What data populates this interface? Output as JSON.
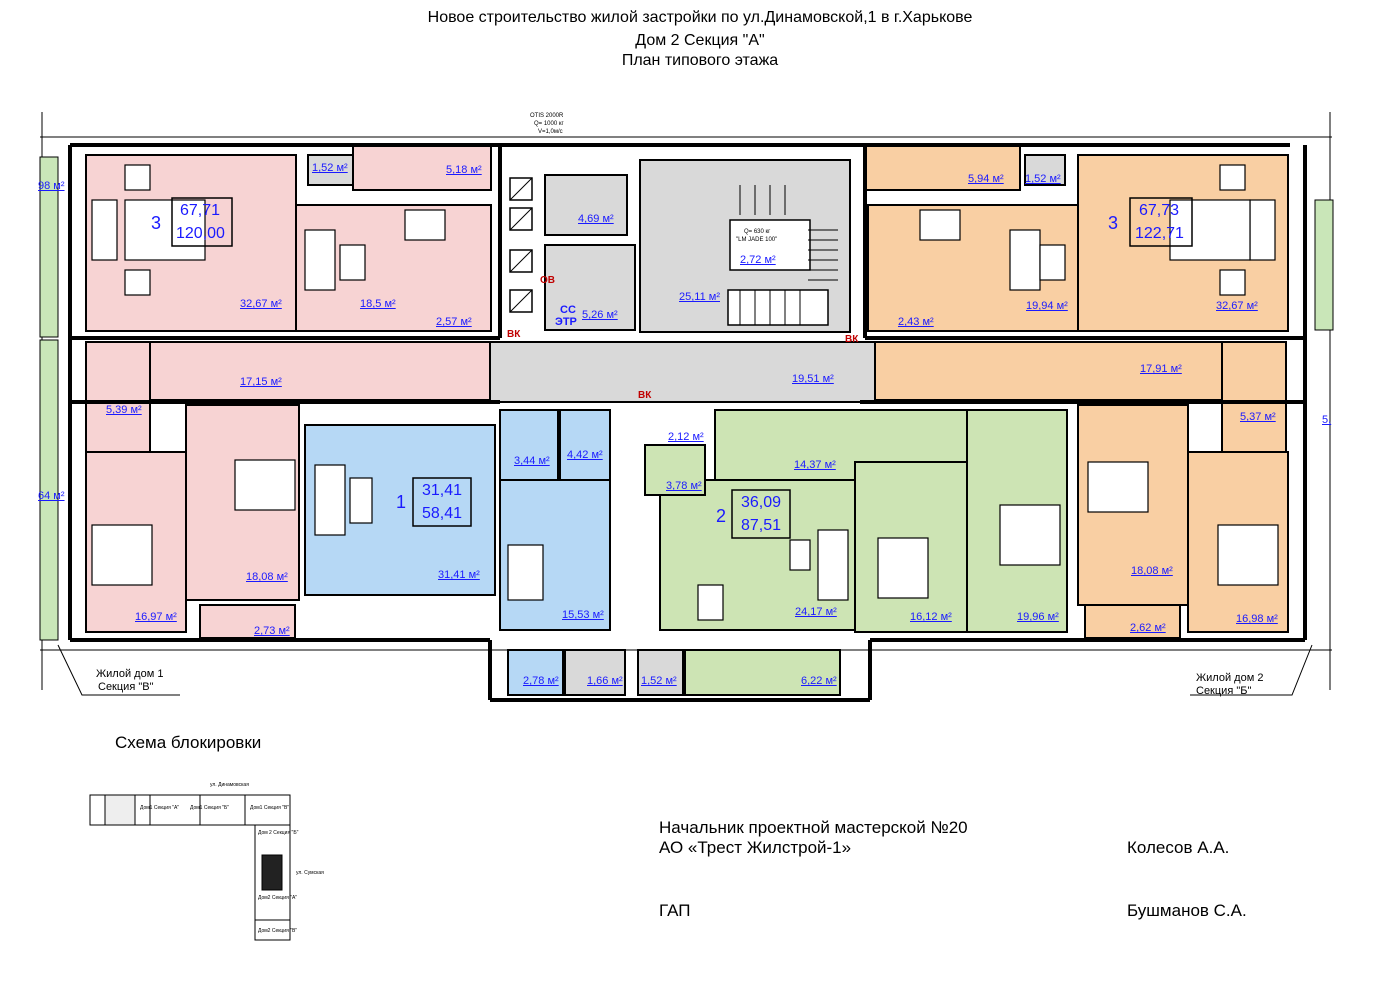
{
  "title": {
    "line1": "Новое строительство жилой застройки по ул.Динамовской,1 в г.Харькове",
    "line2": "Дом 2 Секция \"А\"",
    "line3": "План типового этажа"
  },
  "colors": {
    "apt3_left": "#f7d3d3",
    "apt1": "#b6d8f5",
    "apt2": "#cde4b4",
    "apt3_right": "#f9cfa3",
    "common": "#d9d9d9",
    "green_strip": "#c9e6b8",
    "area_text": "#1a1aff",
    "wall": "#000000"
  },
  "apartments": [
    {
      "id": "apt-3-left",
      "number": "3",
      "living": "67,71",
      "total": "120,00"
    },
    {
      "id": "apt-3-right",
      "number": "3",
      "living": "67,73",
      "total": "122,71"
    },
    {
      "id": "apt-1",
      "number": "1",
      "living": "31,41",
      "total": "58,41"
    },
    {
      "id": "apt-2",
      "number": "2",
      "living": "36,09",
      "total": "87,51"
    }
  ],
  "rooms": [
    {
      "name": "room-1-52-left",
      "label": "1,52 м²"
    },
    {
      "name": "room-5-18",
      "label": "5,18 м²"
    },
    {
      "name": "room-4-69",
      "label": "4,69 м²"
    },
    {
      "name": "room-2-72",
      "label": "2,72 м²"
    },
    {
      "name": "room-5-94",
      "label": "5,94 м²"
    },
    {
      "name": "room-1-52-right",
      "label": "1,52 м²"
    },
    {
      "name": "room-32-67-left",
      "label": "32,67 м²"
    },
    {
      "name": "room-18-5",
      "label": "18,5 м²"
    },
    {
      "name": "room-2-57",
      "label": "2,57 м²"
    },
    {
      "name": "room-5-26",
      "label": "5,26 м²"
    },
    {
      "name": "room-25-11",
      "label": "25,11 м²"
    },
    {
      "name": "room-2-43",
      "label": "2,43 м²"
    },
    {
      "name": "room-19-94",
      "label": "19,94 м²"
    },
    {
      "name": "room-32-67-right",
      "label": "32,67 м²"
    },
    {
      "name": "room-17-15",
      "label": "17,15 м²"
    },
    {
      "name": "room-19-51",
      "label": "19,51 м²"
    },
    {
      "name": "room-17-91",
      "label": "17,91 м²"
    },
    {
      "name": "room-5-39",
      "label": "5,39 м²"
    },
    {
      "name": "room-5-37",
      "label": "5,37 м²"
    },
    {
      "name": "room-2-12",
      "label": "2,12 м²"
    },
    {
      "name": "room-3-44",
      "label": "3,44 м²"
    },
    {
      "name": "room-4-42",
      "label": "4,42 м²"
    },
    {
      "name": "room-14-37",
      "label": "14,37 м²"
    },
    {
      "name": "room-3-78",
      "label": "3,78 м²"
    },
    {
      "name": "room-18-08-left",
      "label": "18,08 м²"
    },
    {
      "name": "room-31-41",
      "label": "31,41 м²"
    },
    {
      "name": "room-16-97",
      "label": "16,97 м²"
    },
    {
      "name": "room-2-73",
      "label": "2,73 м²"
    },
    {
      "name": "room-15-53",
      "label": "15,53 м²"
    },
    {
      "name": "room-24-17",
      "label": "24,17 м²"
    },
    {
      "name": "room-16-12",
      "label": "16,12 м²"
    },
    {
      "name": "room-19-96",
      "label": "19,96 м²"
    },
    {
      "name": "room-18-08-right",
      "label": "18,08 м²"
    },
    {
      "name": "room-16-98",
      "label": "16,98 м²"
    },
    {
      "name": "room-2-62",
      "label": "2,62 м²"
    },
    {
      "name": "room-2-78",
      "label": "2,78 м²"
    },
    {
      "name": "room-1-66",
      "label": "1,66 м²"
    },
    {
      "name": "room-1-52-bottom",
      "label": "1,52 м²"
    },
    {
      "name": "room-6-22",
      "label": "6,22 м²"
    },
    {
      "name": "edge-98",
      "label": "98 м²"
    },
    {
      "name": "edge-64",
      "label": "64 м²"
    },
    {
      "name": "edge-5",
      "label": "5,"
    }
  ],
  "marks": {
    "vk": "ВК",
    "db": "ОВ",
    "ss": "СС",
    "etr": "ЭТР",
    "elevator_big": [
      "OTIS 2000R",
      "Q= 1000 кг",
      "V=1,0м/с"
    ],
    "elevator_small": [
      "Q= 630 кг",
      "\"LM JADE 100\""
    ]
  },
  "neighbors": {
    "left": [
      "Жилой дом 1",
      "Секция \"В\""
    ],
    "right": [
      "Жилой дом 2",
      "Секция \"Б\""
    ]
  },
  "scheme": {
    "title": "Схема блокировки",
    "labels": [
      "ул. Динамовская",
      "Дом1 Секция \"А\"",
      "Дом1 Секция \"Б\"",
      "Дом1 Секция \"В\"",
      "Дом 2 Секция \"Б\"",
      "Дом2 Секция \"А\"",
      "Дом2 Секция \"В\"",
      "ул. Сумская"
    ]
  },
  "signatures": {
    "position1": "Начальник проектной мастерской №20",
    "company": "АО «Трест Жилстрой-1»",
    "name1": "Колесов А.А.",
    "position2": "ГАП",
    "name2": "Бушманов С.А."
  }
}
